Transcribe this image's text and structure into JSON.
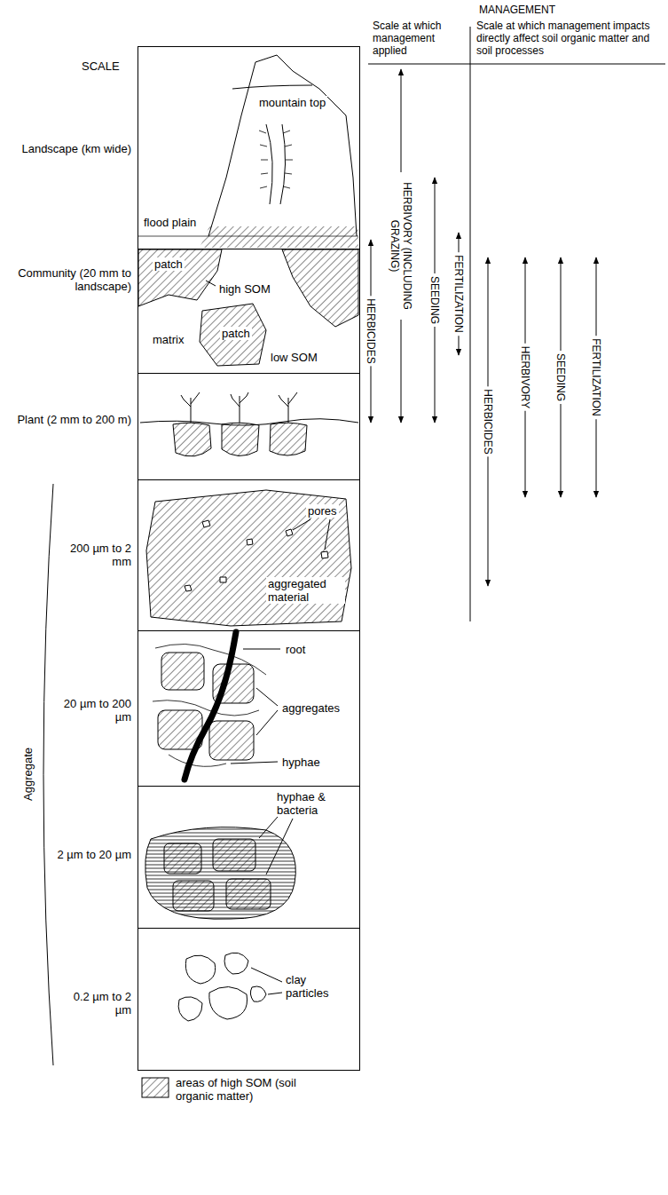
{
  "diagram": {
    "nodes": [
      {
        "text": [
          "Landscape (km wide)",
          "mountain top",
          "flood plain"
        ]
      },
      {
        "text": [
          "Community (20 mm to landscape)",
          "patch",
          "high SOM",
          "matrix",
          "patch",
          "low SOM"
        ]
      },
      {
        "text": [
          "Plant (2 mm to 200 m)"
        ]
      },
      {
        "text": [
          "200 µm to 2 mm",
          "pores",
          "aggregated material"
        ]
      },
      {
        "text": [
          "20 µm to 200 µm",
          "root",
          "aggregates",
          "hyphae"
        ]
      },
      {
        "text": [
          "2 µm to 20 µm",
          "hyphae & bacteria"
        ]
      },
      {
        "text": [
          "0.2 µm to 2 µm",
          "clay particles"
        ]
      }
    ],
    "labels": [
      "SCALE",
      "MANAGEMENT",
      "Scale at which management applied",
      "Scale at which management impacts directly affect soil organic matter and soil processes",
      "HERBICIDES",
      "HERBIVORY (INCLUDING GRAZING)",
      "SEEDING",
      "FERTILIZATION",
      "HERBICIDES",
      "HERBIVORY",
      "SEEDING",
      "FERTILIZATION",
      "Aggregate"
    ],
    "legend": [
      {
        "text": "areas of high SOM (soil organic matter)"
      }
    ]
  }
}
